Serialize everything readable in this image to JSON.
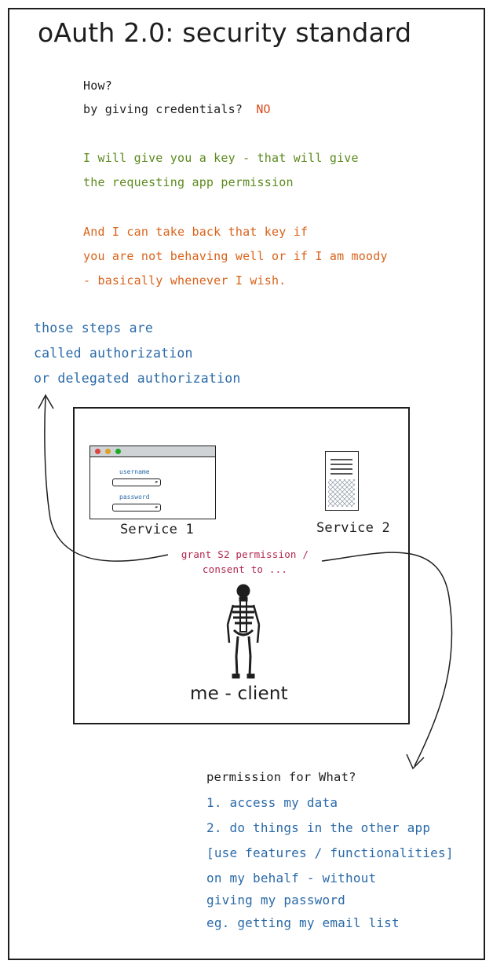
{
  "title": "oAuth 2.0: security standard",
  "intro": {
    "how": "How?",
    "credentials_q": "by giving credentials?",
    "credentials_a": "NO",
    "key_line1": "I will give you a key - that will give",
    "key_line2": "the requesting app permission",
    "take_line1": "And I can take back that key if",
    "take_line2": "you are not behaving well or if I am moody",
    "take_line3": "- basically whenever I wish."
  },
  "authorization_note": {
    "line1": "those steps are",
    "line2": "called authorization",
    "line3": "or delegated authorization"
  },
  "diagram": {
    "login_window": {
      "username_label": "username",
      "password_label": "password"
    },
    "service1_label": "Service 1",
    "service2_label": "Service 2",
    "grant_line1": "grant S2 permission /",
    "grant_line2": "consent to ...",
    "client_label": "me - client"
  },
  "permission": {
    "question": "permission for What?",
    "item1": "1. access my data",
    "item2": "2. do things in the other app",
    "item3": "[use features / functionalities]",
    "line4": "on my behalf - without",
    "line5": "giving my password",
    "line6": "eg. getting my email list"
  },
  "colors": {
    "ink": "#1e1e1e",
    "green": "#5c8a1e",
    "orange": "#d9621a",
    "blue": "#2a6aa8",
    "crimson": "#b3264f"
  }
}
